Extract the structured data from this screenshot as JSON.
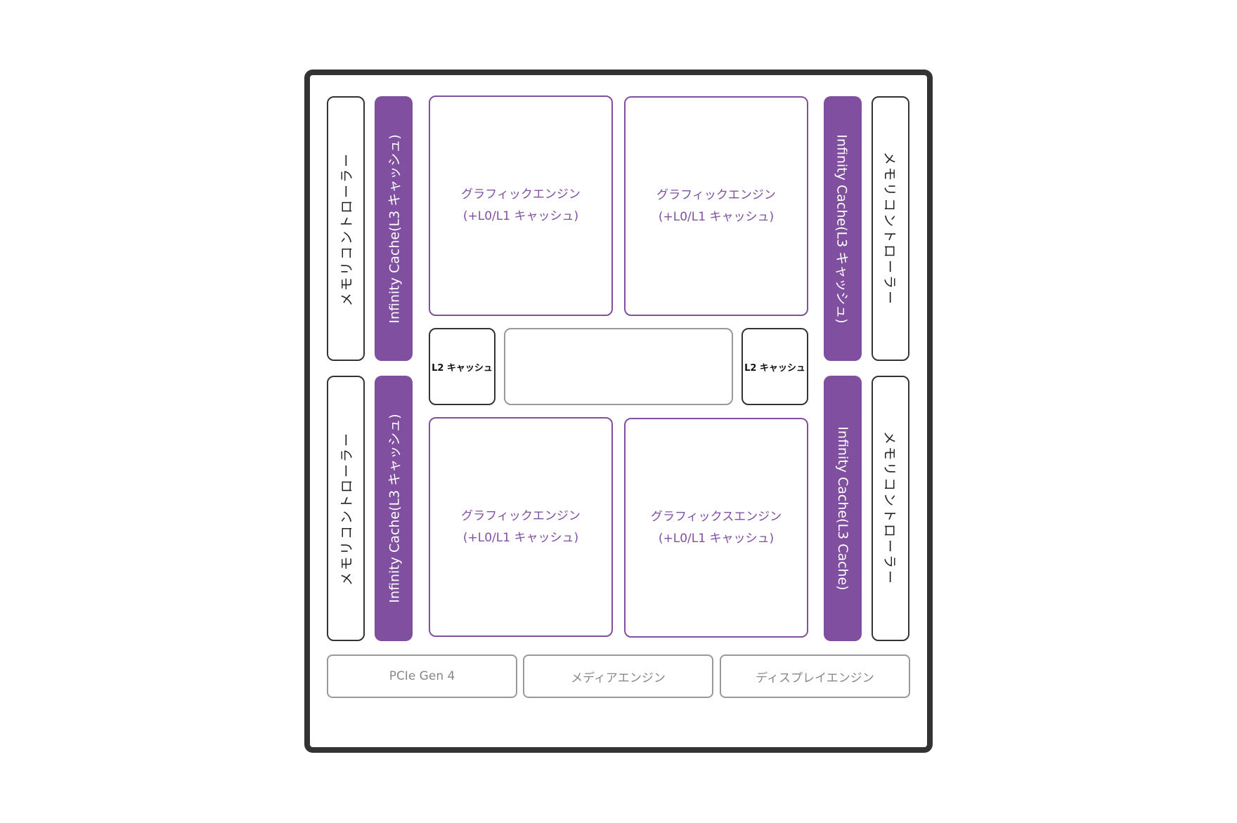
{
  "colors": {
    "frame": "#333333",
    "purple": "#804f9f",
    "gray": "#999999"
  },
  "memory_controller": "メモリコントローラー",
  "infinity_cache": {
    "top_left": "Infinity Cache(L3 キャッシュ)",
    "bottom_left": "Infinity Cache(L3 キャッシュ)",
    "top_right": "Infinity Cache(L3 キャッシュ)",
    "bottom_right": "Infinity Cache(L3 Cache)"
  },
  "graphics_engines": [
    {
      "title": "グラフィックエンジン",
      "subtitle": "(+L0/L1 キャッシュ)"
    },
    {
      "title": "グラフィックエンジン",
      "subtitle": "(+L0/L1 キャッシュ)"
    },
    {
      "title": "グラフィックエンジン",
      "subtitle": "(+L0/L1 キャッシュ)"
    },
    {
      "title": "グラフィックスエンジン",
      "subtitle": "(+L0/L1 キャッシュ)"
    }
  ],
  "l2_cache": "L2 キャッシュ",
  "io": {
    "pcie": "PCIe Gen 4",
    "media": "メディアエンジン",
    "display": "ディスプレイエンジン"
  }
}
